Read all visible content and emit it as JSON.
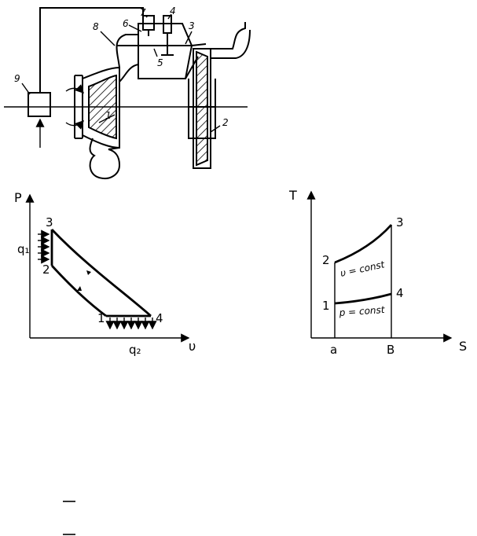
{
  "machine": {
    "labels": {
      "l1": "1",
      "l2": "2",
      "l3": "3",
      "l4": "4",
      "l5": "5",
      "l6": "6",
      "l7": "7",
      "l8": "8",
      "l9": "9"
    }
  },
  "pv_diagram": {
    "y_axis_label": "P",
    "x_axis_label": "υ",
    "heat_in_label": "q₁",
    "heat_out_label": "q₂",
    "points": {
      "p1": "1",
      "p2": "2",
      "p3": "3",
      "p4": "4"
    }
  },
  "ts_diagram": {
    "y_axis_label": "T",
    "x_axis_label": "S",
    "tick_a": "a",
    "tick_b": "B",
    "isochore_label": "υ = const",
    "isobar_label": "p = const",
    "points": {
      "p1": "1",
      "p2": "2",
      "p3": "3",
      "p4": "4"
    }
  }
}
